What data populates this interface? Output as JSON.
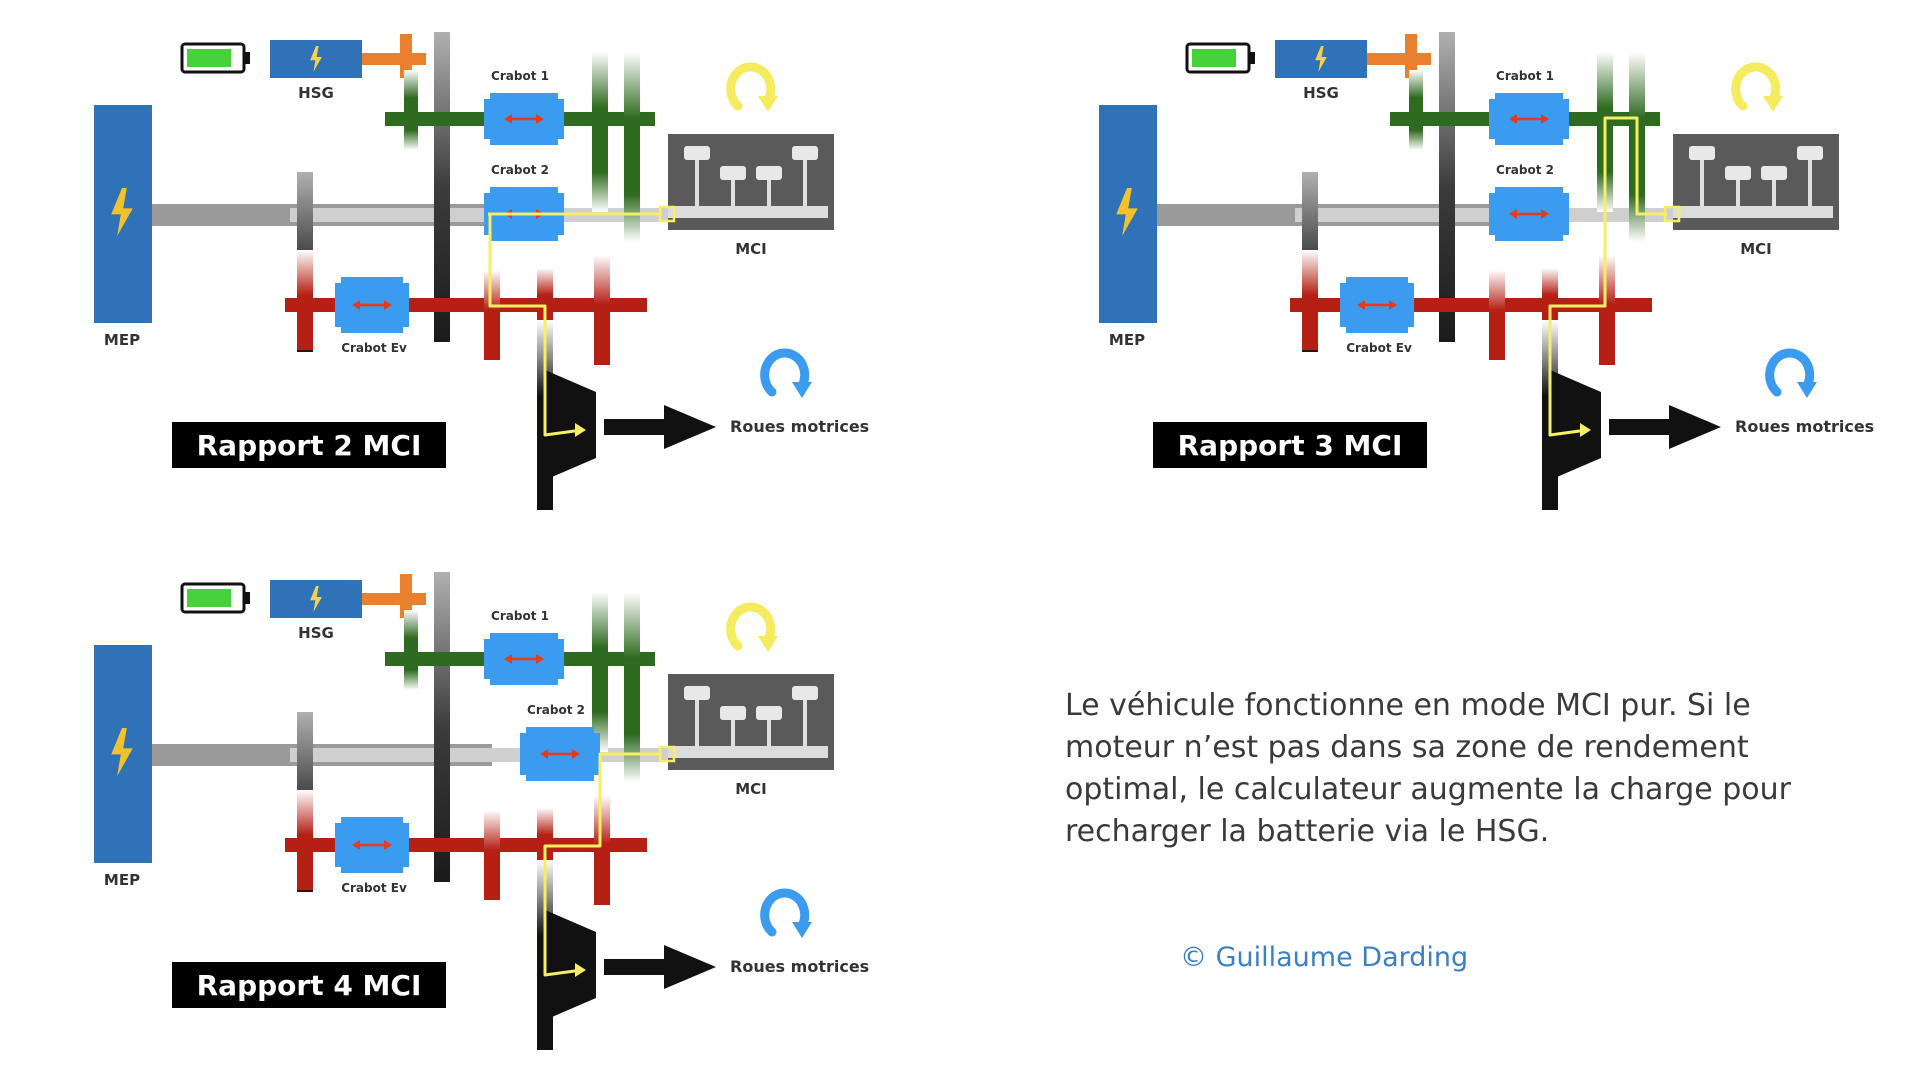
{
  "labels": {
    "hsg": "HSG",
    "mep": "MEP",
    "mci": "MCI",
    "crabot1": "Crabot 1",
    "crabot2": "Crabot 2",
    "crabot_ev": "Crabot Ev",
    "wheels": "Roues motrices"
  },
  "panels": [
    {
      "caption": "Rapport 2 MCI",
      "gear": 2
    },
    {
      "caption": "Rapport 3 MCI",
      "gear": 3
    },
    {
      "caption": "Rapport 4 MCI",
      "gear": 4
    }
  ],
  "description": "Le véhicule fonctionne en mode MCI pur. Si le moteur n’est pas dans sa zone de rendement optimal, le calculateur augmente la charge pour recharger la batterie via le HSG.",
  "copyright": "© Guillaume Darding",
  "colors": {
    "mep_blue": "#2f72b8",
    "crabot_blue": "#3a9bef",
    "green_shaft": "#2e6a1f",
    "red_shaft": "#b51f14",
    "grey_shaft": "#9a9a9a",
    "mci_box": "#5a5a5a",
    "power_flow": "#f7ef63",
    "hsg_link": "#e8802d",
    "battery": "#46d13a",
    "direction_arrow": "#f4ec5e",
    "wheel_arrow": "#3a9bef"
  },
  "icons": [
    "battery-icon",
    "lightning-icon",
    "rotation-arrow-icon",
    "piston-icon",
    "right-arrow-icon",
    "double-arrow-icon"
  ]
}
